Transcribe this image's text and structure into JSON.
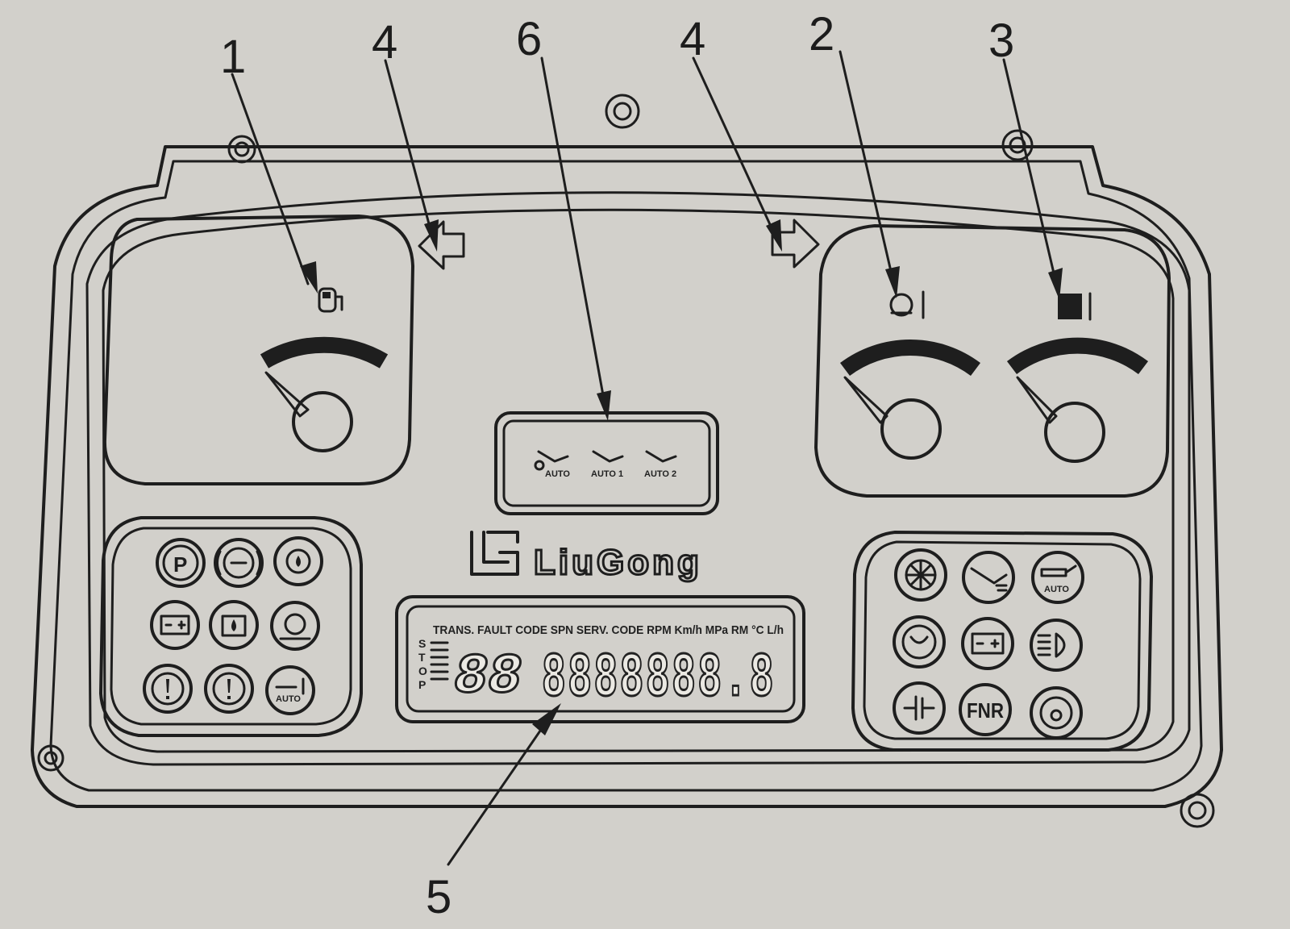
{
  "callouts": {
    "c1": "1",
    "c4a": "4",
    "c6": "6",
    "c4b": "4",
    "c2": "2",
    "c3": "3",
    "c5": "5"
  },
  "brand": {
    "name": "LiuGong"
  },
  "mode_window": {
    "labels": [
      "AUTO",
      "AUTO 1",
      "AUTO 2"
    ]
  },
  "lcd": {
    "header": "TRANS. FAULT CODE   SPN SERV. CODE RPM Km/h MPa  RM  °C  L/h",
    "stop": [
      "S",
      "T",
      "O",
      "P"
    ],
    "digits_small": "88",
    "digits_main": "8888888.8"
  },
  "lamps_left": {
    "icons": [
      "parking-brake-icon",
      "brake-fault-icon",
      "transmission-oil-icon",
      "battery-charge-icon",
      "engine-oil-pressure-icon",
      "air-filter-icon",
      "engine-warning-icon",
      "engine-fault-icon",
      "auto-lube-fault-icon"
    ],
    "parking_glyph": "P"
  },
  "lamps_right": {
    "icons": [
      "fan-reverse-icon",
      "auto-shift-icon",
      "auto-lube-icon",
      "engine-preheat-icon",
      "battery-icon",
      "high-beam-icon",
      "transmission-cutoff-icon",
      "fnr-icon",
      "engine-stop-icon"
    ],
    "fnr_label": "FNR",
    "auto_label": "AUTO"
  }
}
